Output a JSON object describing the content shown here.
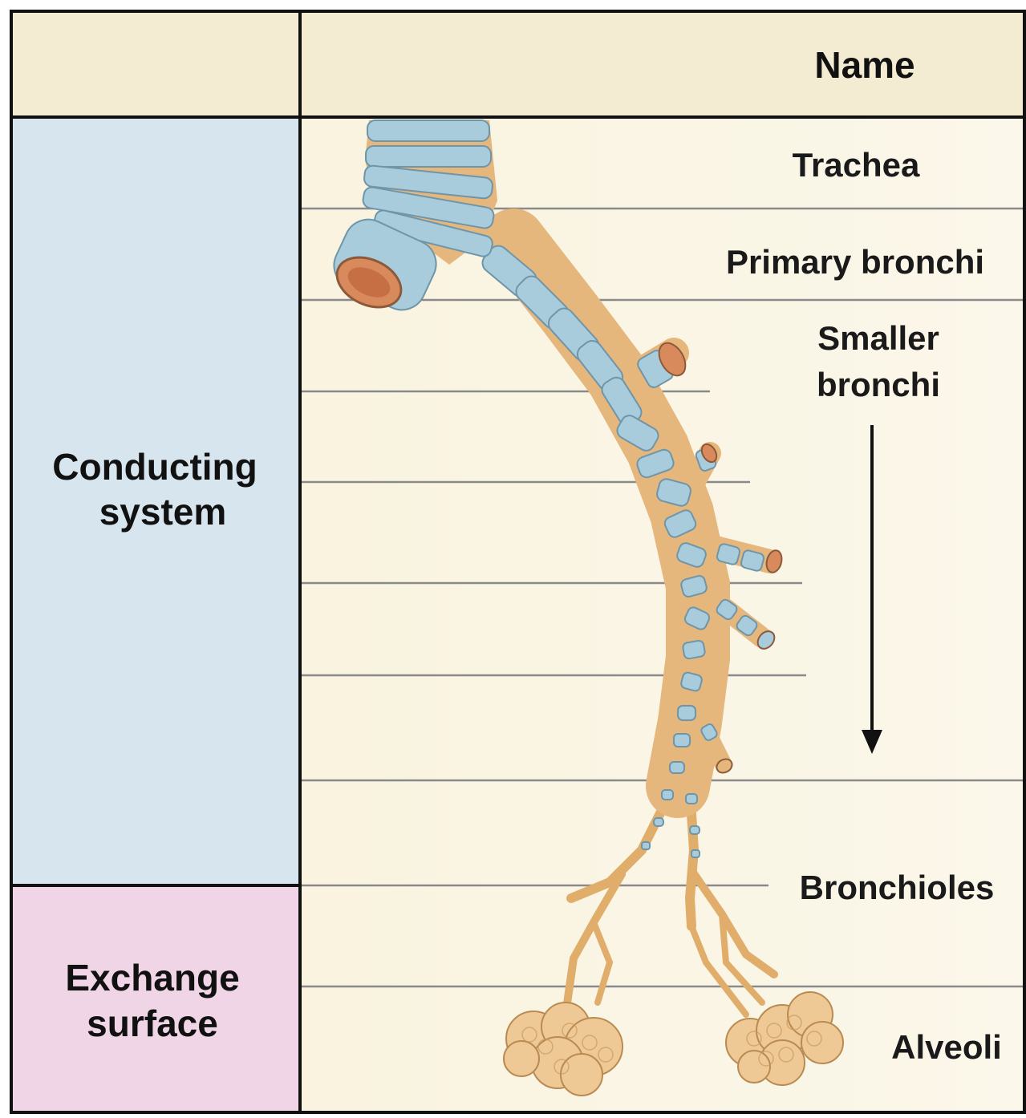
{
  "header": {
    "left": "",
    "right": "Name"
  },
  "systems": {
    "conducting": [
      "Conducting",
      "system"
    ],
    "exchange": [
      "Exchange",
      "surface"
    ]
  },
  "labels": {
    "trachea": "Trachea",
    "primary_bronchi": "Primary bronchi",
    "smaller_bronchi": [
      "Smaller",
      "bronchi"
    ],
    "bronchioles": "Bronchioles",
    "alveoli": "Alveoli"
  },
  "colors": {
    "header_bg": "#f3ecd2",
    "conducting_bg": "#d7e6ee",
    "exchange_bg": "#f0d5e6",
    "panel_bg": "#f7f1dc",
    "cartilage": "#a9ccdc",
    "tissue": "#e8b97a",
    "lumen": "#d98a5c"
  }
}
